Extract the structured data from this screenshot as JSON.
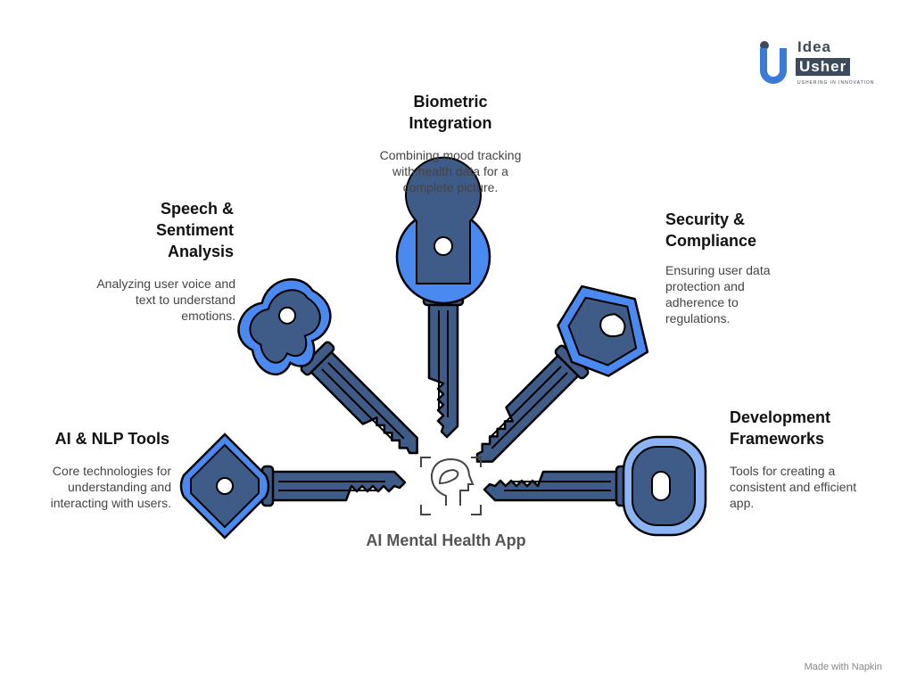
{
  "logo": {
    "line1": "Idea",
    "line2": "Usher",
    "tagline": "USHERING IN INNOVATION"
  },
  "center": {
    "label": "AI Mental Health App",
    "icon": "head-brain-scan-icon"
  },
  "items": [
    {
      "title": "AI & NLP Tools",
      "desc": "Core technologies for understanding and interacting with users."
    },
    {
      "title": "Speech & Sentiment Analysis",
      "desc": "Analyzing user voice and text to understand emotions."
    },
    {
      "title": "Biometric Integration",
      "desc": "Combining mood tracking with health data for a complete picture."
    },
    {
      "title": "Security & Compliance",
      "desc": "Ensuring user data protection and adherence to regulations."
    },
    {
      "title": "Development Frameworks",
      "desc": "Tools for creating a consistent and efficient app."
    }
  ],
  "colors": {
    "bright": "#4a8af0",
    "dark": "#3f5b87",
    "light": "#8db4f5"
  },
  "footer": {
    "text": "Made with Napkin"
  }
}
